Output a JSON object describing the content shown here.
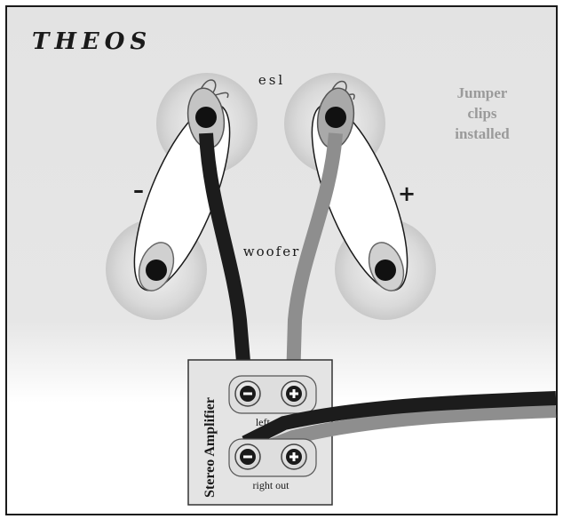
{
  "brand": "THEOS",
  "note": {
    "line1": "Jumper",
    "line2": "clips",
    "line3": "installed"
  },
  "labels": {
    "esl": "esl",
    "woofer": "woofer",
    "minus": "–",
    "plus": "+"
  },
  "amplifier": {
    "title": "Stereo Amplifier",
    "left_out": "left out",
    "right_out": "right out"
  },
  "colors": {
    "negative_cable": "#1c1c1c",
    "positive_cable": "#8e8e8e",
    "panel_background": "#e6e6e6",
    "note_text": "#9a9a9a"
  }
}
